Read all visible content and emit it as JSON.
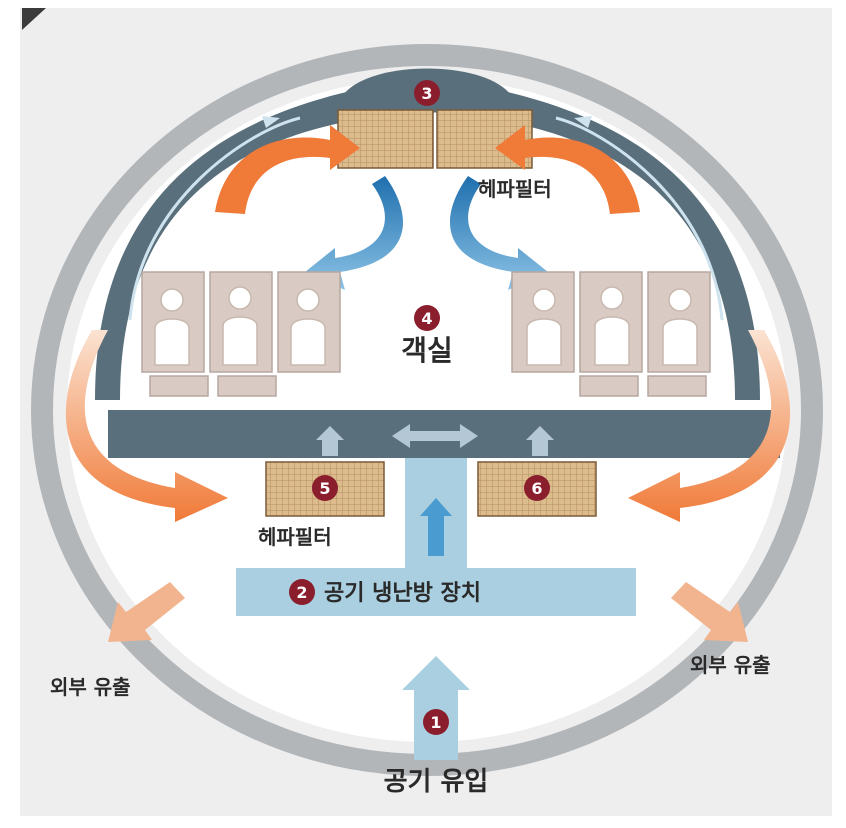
{
  "labels": {
    "hepa_filter_top": "헤파필터",
    "hepa_filter_bottom": "헤파필터",
    "cabin": "객실",
    "hvac": "공기 냉난방 장치",
    "outflow_left": "외부 유출",
    "outflow_right": "외부 유출",
    "air_inflow": "공기 유입"
  },
  "markers": {
    "m1": "1",
    "m2": "2",
    "m3": "3",
    "m4": "4",
    "m5": "5",
    "m6": "6"
  },
  "colors": {
    "marker": "#8a1e2c",
    "hull": "#b3b6b9",
    "duct": "#5a6f7c",
    "orange": "#f07a38",
    "blue": "#2a7bb8",
    "light_blue": "#a9cfe0",
    "filter": "#d9b98c",
    "seat": "#d9cbc3"
  }
}
